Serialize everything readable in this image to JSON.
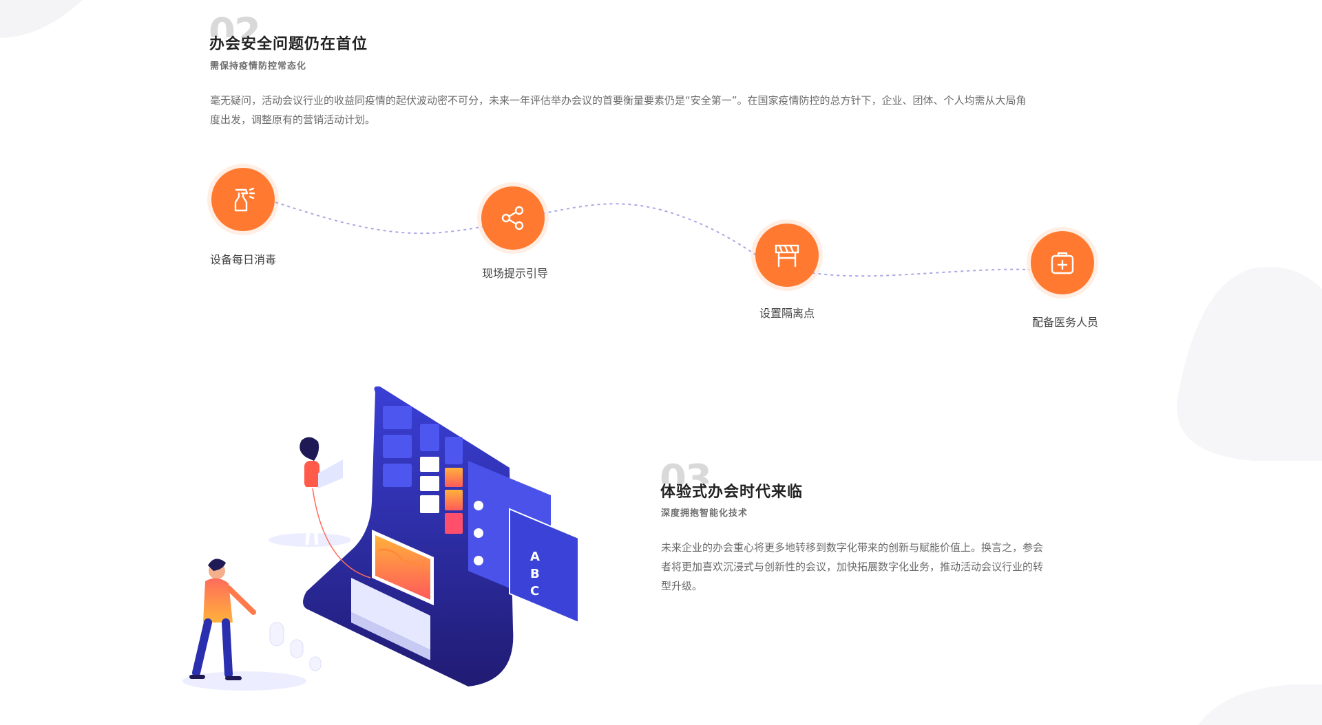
{
  "section2": {
    "number": "02",
    "title": "办会安全问题仍在首位",
    "subtitle": "需保持疫情防控常态化",
    "body": "毫无疑问，活动会议行业的收益同疫情的起伏波动密不可分，未来一年评估举办会议的首要衡量要素仍是“安全第一”。在国家疫情防控的总方针下，企业、团体、个人均需从大局角度出发，调整原有的营销活动计划。",
    "steps": [
      {
        "label": "设备每日消毒",
        "icon": "spray-bottle-icon"
      },
      {
        "label": "现场提示引导",
        "icon": "share-icon"
      },
      {
        "label": "设置隔离点",
        "icon": "barrier-icon"
      },
      {
        "label": "配备医务人员",
        "icon": "medical-kit-icon"
      }
    ]
  },
  "section3": {
    "number": "03",
    "title": "体验式办会时代来临",
    "subtitle": "深度拥抱智能化技术",
    "body": "未来企业的办会重心将更多地转移到数字化带来的创新与赋能价值上。换言之，参会者将更加喜欢沉浸式与创新性的会议，加快拓展数字化业务，推动活动会议行业的转型升级。"
  },
  "illustration": {
    "answer_options": [
      "A",
      "B",
      "C"
    ]
  },
  "colors": {
    "accent": "#ff7a30",
    "dashed_path": "#a9a6e6",
    "illustration_blue": "#3b3fd8",
    "illustration_dark": "#25207a"
  }
}
